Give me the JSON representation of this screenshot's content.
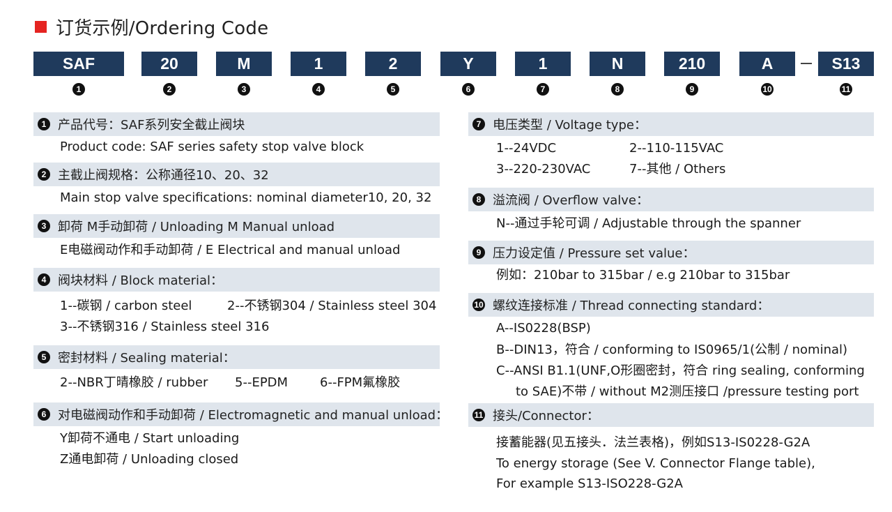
{
  "title": "订货示例/Ordering Code",
  "code_segments": [
    "SAF",
    "20",
    "M",
    "1",
    "2",
    "Y",
    "1",
    "N",
    "210",
    "A",
    "S13"
  ],
  "segment_numbers": [
    "1",
    "2",
    "3",
    "4",
    "5",
    "6",
    "7",
    "8",
    "9",
    "10",
    "11"
  ],
  "sections": {
    "s1": {
      "num": "1",
      "header": "产品代号：SAF系列安全截止阀块",
      "lines": [
        "Product code: SAF series safety stop valve block"
      ]
    },
    "s2": {
      "num": "2",
      "header": "主截止阀规格：公称通径10、20、32",
      "lines": [
        "Main stop valve specifications: nominal diameter10, 20, 32"
      ]
    },
    "s3": {
      "num": "3",
      "header": "卸荷 M手动卸荷 / Unloading M Manual unload",
      "lines": [
        "E电磁阀动作和手动卸荷 / E Electrical and manual unload"
      ]
    },
    "s4": {
      "num": "4",
      "header": "阀块材料 / Block material：",
      "lines": [
        "1--碳钢 / carbon steel",
        "2--不锈钢304 / Stainless steel 304",
        "3--不锈钢316 / Stainless steel 316"
      ]
    },
    "s5": {
      "num": "5",
      "header": "密封材料 / Sealing material：",
      "lines": [
        "2--NBR丁晴橡胶 / rubber",
        "5--EPDM",
        "6--FPM氟橡胶"
      ]
    },
    "s6": {
      "num": "6",
      "header": "对电磁阀动作和手动卸荷 / Electromagnetic and manual unload：",
      "lines": [
        "Y卸荷不通电 / Start unloading",
        "Z通电卸荷 / Unloading closed"
      ]
    },
    "s7": {
      "num": "7",
      "header": "电压类型 / Voltage type：",
      "lines": [
        "1--24VDC",
        "2--110-115VAC",
        "3--220-230VAC",
        "7--其他 / Others"
      ]
    },
    "s8": {
      "num": "8",
      "header": "溢流阀 / Overflow valve：",
      "lines": [
        "N--通过手轮可调 / Adjustable through the spanner"
      ]
    },
    "s9": {
      "num": "9",
      "header": "压力设定值 / Pressure set value：",
      "lines": [
        "例如：210bar to 315bar / e.g 210bar to 315bar"
      ]
    },
    "s10": {
      "num": "10",
      "header": "螺纹连接标准 / Thread connecting standard：",
      "lines": [
        "A--IS0228(BSP)",
        "B--DIN13，符合 / conforming to IS0965/1(公制 / nominal)",
        "C--ANSI B1.1(UNF,O形圈密封，符合 ring sealing, conforming",
        "to SAE)不带 / without M2测压接口 /pressure testing port"
      ]
    },
    "s11": {
      "num": "11",
      "header": "接头/Connector：",
      "lines": [
        "接蓄能器(见五接头．法兰表格)，例如S13-IS0228-G2A",
        "To energy storage (See V. Connector Flange table),",
        "For example S13-ISO228-G2A"
      ]
    }
  }
}
